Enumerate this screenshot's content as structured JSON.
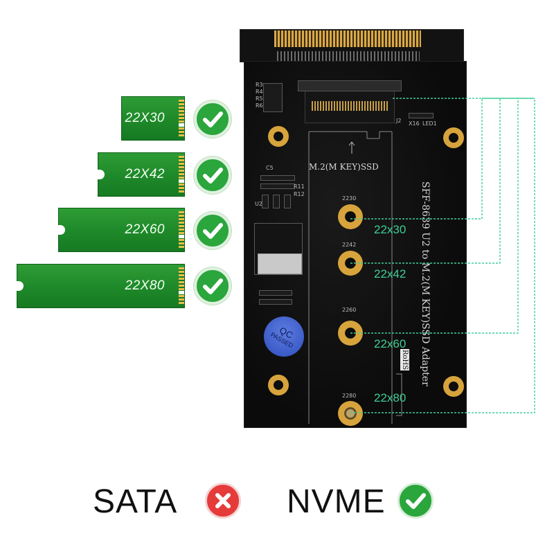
{
  "ssd_cards": [
    {
      "label": "22X30"
    },
    {
      "label": "22X42"
    },
    {
      "label": "22X60"
    },
    {
      "label": "22X80"
    }
  ],
  "board": {
    "slot_label": "M.2(M KEY)SSD",
    "title": "SFF-8639 U2 to M.2(M KEY)SSD Adapter",
    "qc_top": "QC",
    "qc_bottom": "PASSED",
    "rohs": "RoHS",
    "standoffs": [
      "2230",
      "2242",
      "2260",
      "2280"
    ],
    "size_labels": [
      "22x30",
      "22x42",
      "22x60",
      "22x80"
    ],
    "components": [
      "C5",
      "R11",
      "R12",
      "U2",
      "R3",
      "R4",
      "R5",
      "R6",
      "X16",
      "LED1",
      "J2"
    ]
  },
  "legend": {
    "sata": "SATA",
    "nvme": "NVME"
  },
  "colors": {
    "ssd_green": "#1f8a2a",
    "check_green": "#2aa63c",
    "cross_red": "#e63b3b",
    "guide_teal": "#3fcf96"
  },
  "icons": {
    "supported": "check-circle-icon",
    "unsupported": "x-circle-icon"
  }
}
